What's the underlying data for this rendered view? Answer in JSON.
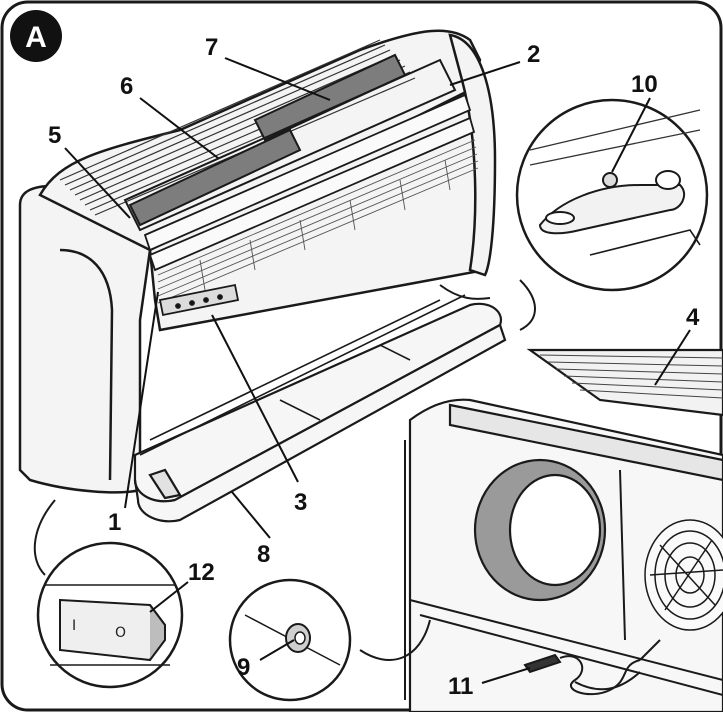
{
  "figure": {
    "badge": "A",
    "callouts": [
      "1",
      "2",
      "3",
      "4",
      "5",
      "6",
      "7",
      "8",
      "9",
      "10",
      "11",
      "12"
    ],
    "switch_marks": {
      "on": "I",
      "off": "O"
    }
  },
  "colors": {
    "outline": "#1a1a1a",
    "frame_fill": "#ffffff",
    "unit_fill": "#f4f4f4",
    "filter_fill": "#7d7d7d",
    "duct_ring": "#9a9a9a",
    "badge_fill": "#111111"
  }
}
